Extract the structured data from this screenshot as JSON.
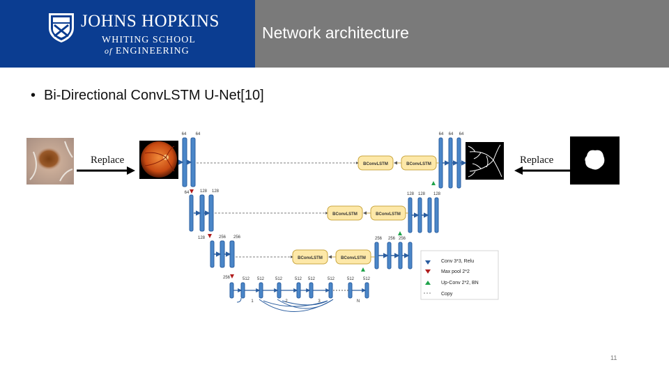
{
  "header": {
    "logo": {
      "name_line1": "JOHNS HOPKINS",
      "name_line2": "WHITING SCHOOL",
      "name_line3_prefix": "of",
      "name_line3": "ENGINEERING",
      "shield_icon": "jhu-shield-icon"
    },
    "title": "Network architecture",
    "colors": {
      "logo_bg": "#0b3d91",
      "title_bg": "#7a7a7a"
    }
  },
  "bullet": {
    "text": "Bi-Directional ConvLSTM U-Net[10]"
  },
  "diagram": {
    "replace_left": "Replace",
    "replace_right": "Replace",
    "channel_labels": {
      "enc1": [
        "64",
        "64"
      ],
      "enc2_in": "64",
      "enc2": [
        "128",
        "128"
      ],
      "enc3_in": "128",
      "enc3": [
        "256",
        "256"
      ],
      "enc4_in": "256",
      "bottleneck": [
        "512",
        "512",
        "512",
        "512",
        "512",
        "512",
        "512",
        "512"
      ],
      "bottleneck_idx": [
        "1",
        "2",
        "3",
        "N"
      ],
      "dec3": [
        "256",
        "256",
        "256"
      ],
      "dec2": [
        "128",
        "128",
        "128"
      ],
      "dec1": [
        "64",
        "64",
        "64"
      ]
    },
    "bconv_label": "BConvLSTM",
    "legend": [
      {
        "label": "Conv 3*3, Relu",
        "icon": "blue-arrow-icon"
      },
      {
        "label": "Max pool 2*2",
        "icon": "red-arrow-icon"
      },
      {
        "label": "Up-Conv 2*2, BN",
        "icon": "green-arrow-icon"
      },
      {
        "label": "Copy",
        "icon": "dashed-arrow-icon"
      }
    ]
  },
  "page_number": "11"
}
